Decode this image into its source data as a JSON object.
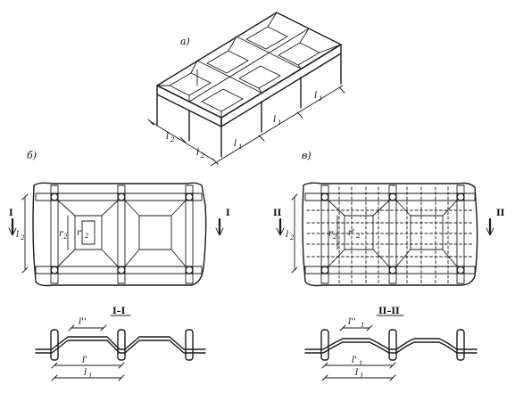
{
  "labels": {
    "panel_a": "а)",
    "panel_b": "б)",
    "panel_v": "в)",
    "section_b": "I–I",
    "section_v": "II–II",
    "cut_b": "I",
    "cut_v": "II"
  },
  "dims": {
    "l1": "l",
    "l2": "l",
    "sub1": "1",
    "sub2": "2",
    "r2": "r",
    "r_prime2": "r'",
    "l_double": "l''",
    "l_double_1": "l''",
    "l_prime1": "l'",
    "sub_p1": "1"
  }
}
